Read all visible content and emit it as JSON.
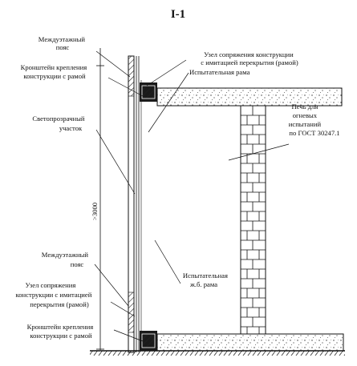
{
  "title": "I-1",
  "dimension_label": ">3000",
  "labels": {
    "top_belt": [
      "Междуэтажный",
      "пояс"
    ],
    "top_bracket": [
      "Кронштейн крепления",
      "конструкции с рамой"
    ],
    "top_junction": [
      "Узел сопряжения конструкции",
      "с имитацией перекрытия (рамой)"
    ],
    "test_frame": "Испытательная рама",
    "furnace": [
      "Печь для",
      "огневых",
      "испытаний",
      "по ГОСТ 30247.1"
    ],
    "glazed_section": [
      "Светопрозрачный",
      "участок"
    ],
    "bottom_belt": [
      "Междуэтажный",
      "пояс"
    ],
    "bottom_junction": [
      "Узел сопряжения",
      "конструкции с имитацией",
      "перекрытия (рамой)"
    ],
    "rc_frame": [
      "Испытательная",
      "ж.б. рама"
    ],
    "bottom_bracket": [
      "Кронштейн крепления",
      "конструкции с рамой"
    ]
  }
}
